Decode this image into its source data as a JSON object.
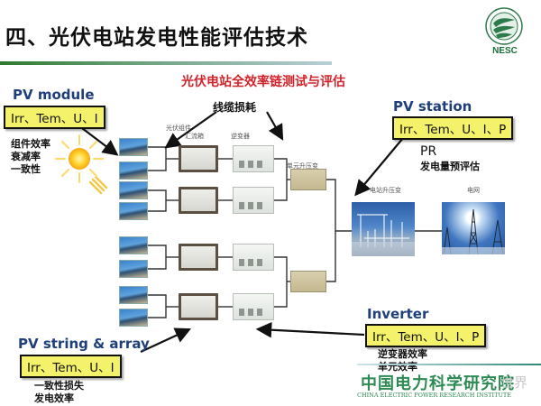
{
  "header": {
    "title": "四、光伏电站发电性能评估技术",
    "logo_text": "NESC"
  },
  "diagram": {
    "subtitle": "光伏电站全效率链测试与评估",
    "cable_loss_label": "线缆损耗",
    "pv_module": {
      "heading": "PV module",
      "params": "Irr、Tem、U、I",
      "notes": [
        "组件效率",
        "衰减率",
        "一致性"
      ]
    },
    "pv_station": {
      "heading": "PV station",
      "params": "Irr、Tem、U、I、P",
      "notes": [
        "PR",
        "发电量预评估"
      ]
    },
    "inverter": {
      "heading": "Inverter",
      "params": "Irr、Tem、U、I、P",
      "notes": [
        "逆变器效率",
        "单元效率"
      ]
    },
    "pv_string_array": {
      "heading": "PV string & array",
      "params": "Irr、Tem、U、I",
      "notes": [
        "一致性损失",
        "发电效率"
      ]
    },
    "component_labels": {
      "pv_module": "光伏组件",
      "combiner": "汇流箱",
      "inverter": "逆变器",
      "unit_transformer": "单元升压变",
      "station_transformer": "电站升压变",
      "grid": "电网"
    }
  },
  "footer": {
    "institute_cn": "中国电力科学研究院",
    "institute_en": "CHINA ELECTRIC POWER RESEARCH INSTITUTE",
    "watermark": "世界"
  },
  "colors": {
    "title_text": "#111111",
    "subtitle_red": "#d2232a",
    "heading_blue": "#1f3f7a",
    "param_box_yellow": "#f4f26a",
    "brand_green": "#2d8a52"
  }
}
